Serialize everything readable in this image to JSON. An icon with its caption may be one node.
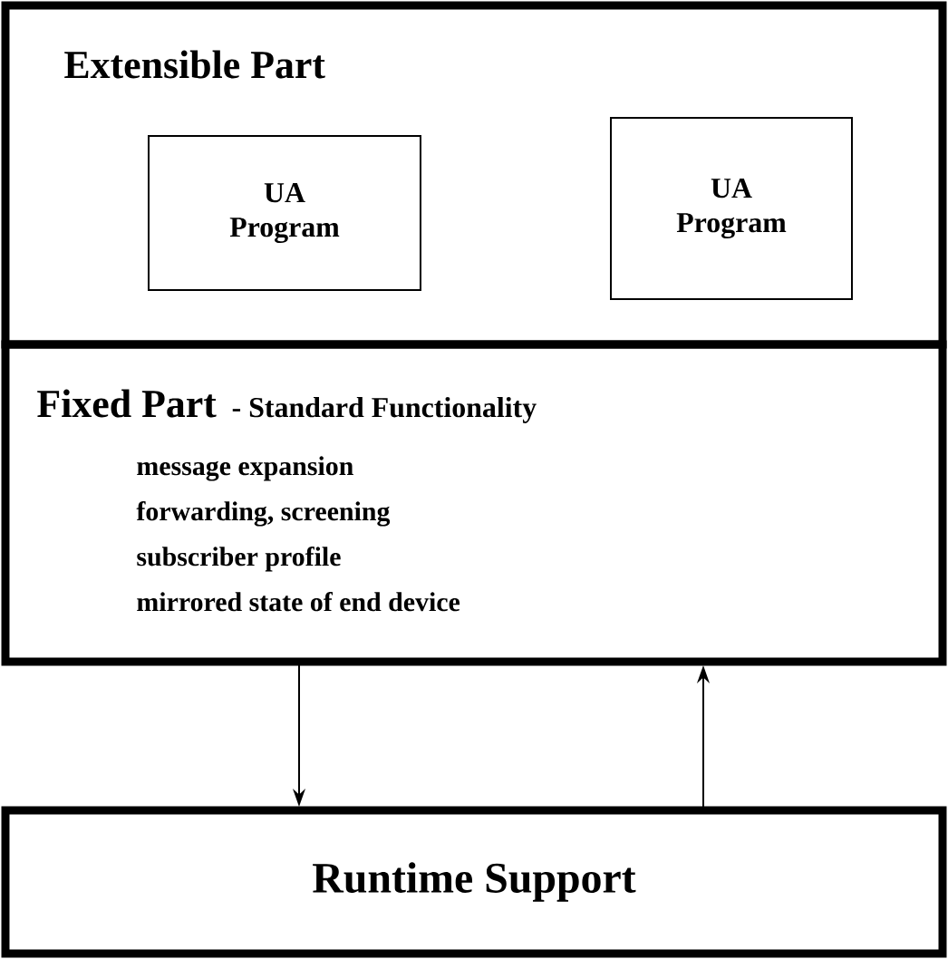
{
  "diagram": {
    "nodes": [
      {
        "text": [
          "Extensible Part"
        ]
      },
      {
        "text": [
          "UA Program"
        ],
        "in": 0
      },
      {
        "text": [
          "UA Program"
        ],
        "in": 0
      },
      {
        "text": [
          "Fixed Part",
          "- Standard Functionality",
          "message expansion",
          "forwarding, screening",
          "subscriber profile",
          "mirrored state of end device"
        ]
      },
      {
        "text": [
          "Runtime Support"
        ]
      }
    ],
    "edges": [
      {
        "from": 3,
        "to": 4,
        "arrow": "to"
      },
      {
        "from": 4,
        "to": 3,
        "arrow": "to"
      }
    ]
  }
}
